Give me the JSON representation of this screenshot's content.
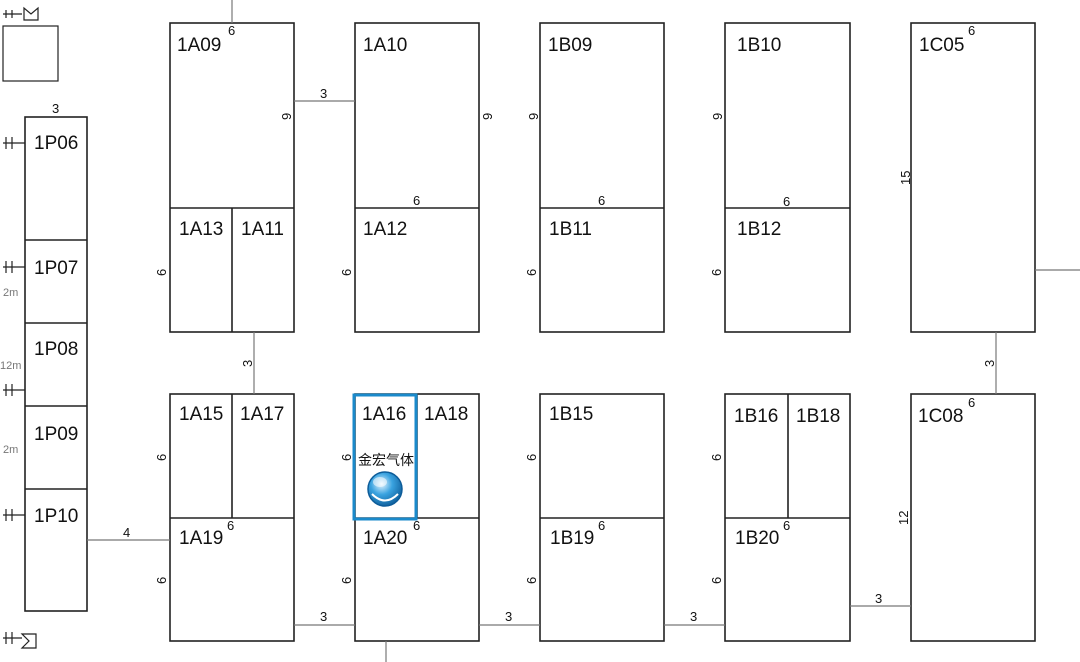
{
  "booths": {
    "b1A09": "1A09",
    "b1A10": "1A10",
    "b1B09": "1B09",
    "b1B10": "1B10",
    "b1C05": "1C05",
    "b1A13": "1A13",
    "b1A11": "1A11",
    "b1A12": "1A12",
    "b1B11": "1B11",
    "b1B12": "1B12",
    "b1A15": "1A15",
    "b1A17": "1A17",
    "b1A16": "1A16",
    "b1A18": "1A18",
    "b1B15": "1B15",
    "b1B16": "1B16",
    "b1B18": "1B18",
    "b1C08": "1C08",
    "b1A19": "1A19",
    "b1A20": "1A20",
    "b1B19": "1B19",
    "b1B20": "1B20",
    "b1P06": "1P06",
    "b1P07": "1P07",
    "b1P08": "1P08",
    "b1P09": "1P09",
    "b1P10": "1P10"
  },
  "highlight": {
    "booth": "1A16",
    "company": "金宏气体",
    "color": "#1a8acb"
  },
  "dims": {
    "d3": "3",
    "d4": "4",
    "d6": "6",
    "d9": "9",
    "d12": "12",
    "d15": "15"
  },
  "fragments": {
    "m2": "2m",
    "m12": "12m"
  }
}
